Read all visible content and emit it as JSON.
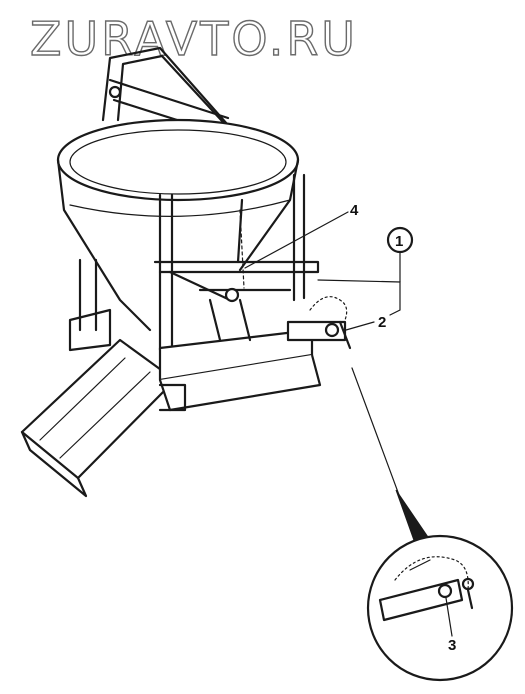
{
  "watermark": "ZURAVTO.RU",
  "callouts": {
    "c1": "1",
    "c2": "2",
    "c3": "3",
    "c4": "4"
  },
  "colors": {
    "ink": "#1a1a1a",
    "background": "#ffffff",
    "watermark": "#6a6a6a"
  }
}
